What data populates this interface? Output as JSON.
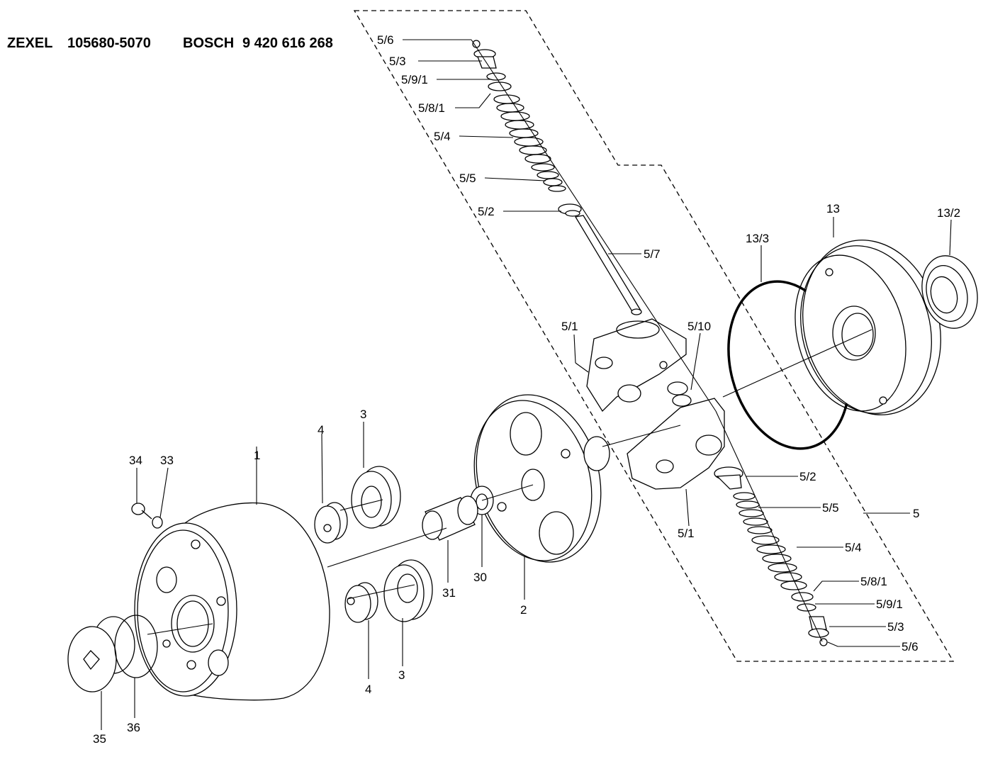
{
  "header": {
    "maker1": "ZEXEL",
    "part1": "105680-5070",
    "maker2": "BOSCH",
    "part2": "9 420 616 268"
  },
  "callouts": {
    "c_5_6_top": "5/6",
    "c_5_3_top": "5/3",
    "c_5_9_1_top": "5/9/1",
    "c_5_8_1_top": "5/8/1",
    "c_5_4_top": "5/4",
    "c_5_5_top": "5/5",
    "c_5_2_top": "5/2",
    "c_5_7": "5/7",
    "c_13": "13",
    "c_13_2": "13/2",
    "c_13_3": "13/3",
    "c_5_1_top": "5/1",
    "c_5_10": "5/10",
    "c_5_2_bot": "5/2",
    "c_5_5_bot": "5/5",
    "c_5": "5",
    "c_5_1_bot": "5/1",
    "c_5_4_bot": "5/4",
    "c_5_8_1_bot": "5/8/1",
    "c_5_9_1_bot": "5/9/1",
    "c_5_3_bot": "5/3",
    "c_5_6_bot": "5/6",
    "c_34": "34",
    "c_33": "33",
    "c_1": "1",
    "c_4_top": "4",
    "c_3_top": "3",
    "c_30": "30",
    "c_31": "31",
    "c_2": "2",
    "c_4_bot": "4",
    "c_3_bot": "3",
    "c_35": "35",
    "c_36": "36"
  }
}
